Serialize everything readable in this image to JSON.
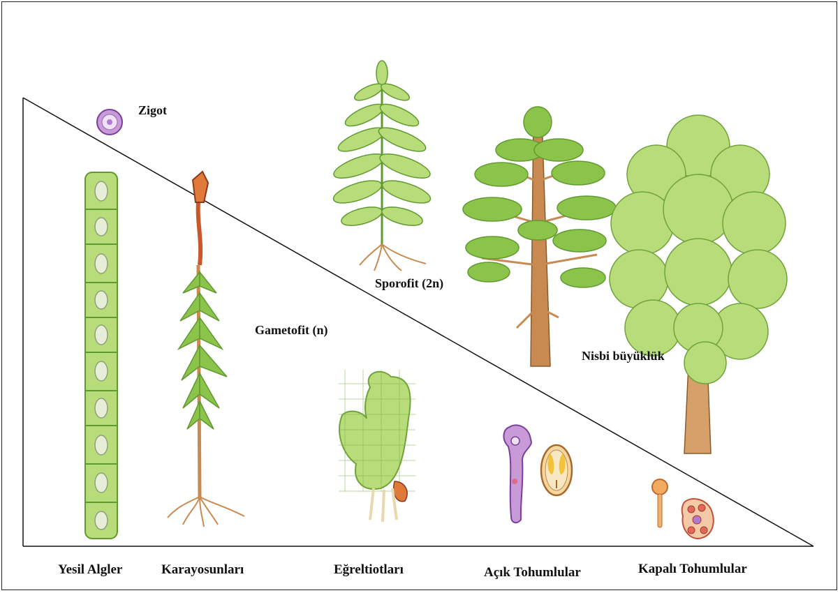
{
  "labels": {
    "zygote": "Zigot",
    "sporophyte": "Sporofit (2n)",
    "gametophyte": "Gametofit (n)",
    "relative_size": "Nisbi büyüklük"
  },
  "taxa": [
    {
      "key": "green_algae",
      "label": "Yesil Algler"
    },
    {
      "key": "mosses",
      "label": "Karayosunları"
    },
    {
      "key": "ferns",
      "label": "Eğreltiotları"
    },
    {
      "key": "gymnosperms",
      "label": "Açık Tohumlular"
    },
    {
      "key": "angiosperms",
      "label": "Kapalı Tohumlular"
    }
  ],
  "colors": {
    "leaf_light": "#b8dc7a",
    "leaf_mid": "#8cc34a",
    "leaf_dark": "#5e9a2e",
    "trunk": "#c98a52",
    "moss_stalk": "#c8582a",
    "purple": "#b07ad0",
    "orange": "#e8964a",
    "yellow": "#f2c23a"
  }
}
